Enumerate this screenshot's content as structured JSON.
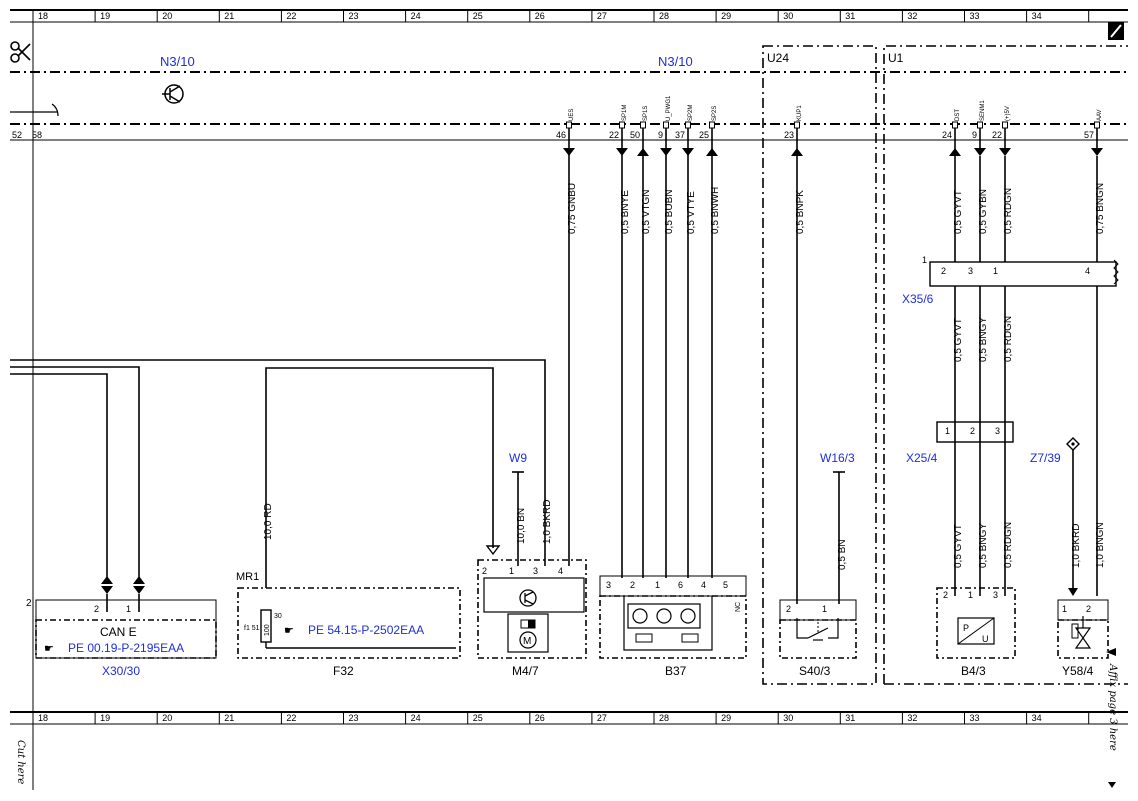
{
  "grid": {
    "columns": [
      "18",
      "19",
      "20",
      "21",
      "22",
      "23",
      "24",
      "25",
      "26",
      "27",
      "28",
      "29",
      "30",
      "31",
      "32",
      "33",
      "34"
    ]
  },
  "header": {
    "component_left": "N3/10",
    "component_mid": "N3/10",
    "unit_u24": "U24",
    "unit_u1": "U1",
    "scale_left_1": "52",
    "scale_left_2": "58"
  },
  "n3_pins": [
    {
      "num": "46",
      "signal": "UES",
      "wire": "0,75 GNBU"
    },
    {
      "num": "22",
      "signal": "SP1M",
      "wire": "0,5 BNYE"
    },
    {
      "num": "50",
      "signal": "SP1S",
      "wire": "0,5 VTGN"
    },
    {
      "num": "9",
      "signal": "U_PWG1",
      "wire": "0,5 BUBN"
    },
    {
      "num": "37",
      "signal": "SP2M",
      "wire": "0,5 VTYE"
    },
    {
      "num": "25",
      "signal": "SP2S",
      "wire": "0,5 BNWH"
    }
  ],
  "u24_pins": [
    {
      "num": "23",
      "signal": "KUP1",
      "wire": "0,5 BNPK"
    }
  ],
  "u1_pins": [
    {
      "num": "24",
      "signal": "DST",
      "wire": "0,5 GYVT"
    },
    {
      "num": "9",
      "signal": "SENM1",
      "wire": "0,5 GYBN"
    },
    {
      "num": "22",
      "signal": "(+)5V",
      "wire": "0,5 RDGN"
    },
    {
      "num": "57",
      "signal": "AAV",
      "wire": "0,75 BNGN"
    }
  ],
  "connectors": {
    "x35_6": {
      "label": "X35/6",
      "pin_start": "1",
      "pins": [
        "2",
        "3",
        "1",
        "4"
      ]
    },
    "x25_4": {
      "label": "X25/4",
      "pins": [
        "1",
        "2",
        "3"
      ]
    }
  },
  "lower_wires": {
    "x35_out": [
      "0,5 GYVT",
      "0,5 BNGY",
      "0,5 RDGN"
    ],
    "x25_out": [
      "0,5 GYVT",
      "0,5 BNGY",
      "0,5 RDGN"
    ],
    "f32_wire": "10,0 RD",
    "w9_wire": "10,0 BN",
    "bkrd_wire": "1,0 BKRD",
    "w16_wire": "0,5 BN",
    "z7_wire": "1,0 BKRD",
    "bngn_wire": "1,0 BNGN"
  },
  "grounds": {
    "w9": "W9",
    "w16_3": "W16/3",
    "z7_39": "Z7/39"
  },
  "components": {
    "x30_30": {
      "label": "X30/30",
      "inner": "CAN E",
      "ref": "PE 00.19-P-2195EAA",
      "pin_main": "2",
      "pins": [
        "2",
        "1"
      ]
    },
    "f32": {
      "label": "F32",
      "mr": "MR1",
      "fuse": "f1 51",
      "fuse_value": "100",
      "pin": "30",
      "ref": "PE 54.15-P-2502EAA"
    },
    "m4_7": {
      "label": "M4/7",
      "pins": [
        "2",
        "1",
        "3",
        "4"
      ]
    },
    "b37": {
      "label": "B37",
      "pins": [
        "3",
        "2",
        "1",
        "6",
        "4",
        "5"
      ],
      "nc": "NC"
    },
    "s40_3": {
      "label": "S40/3",
      "pins": [
        "2",
        "1"
      ]
    },
    "b4_3": {
      "label": "B4/3",
      "pins": [
        "2",
        "1",
        "3"
      ]
    },
    "y58_4": {
      "label": "Y58/4",
      "pins": [
        "1",
        "2"
      ]
    }
  },
  "margin_text": {
    "affix": "Affix page 3 here",
    "cut": "Cut here"
  }
}
